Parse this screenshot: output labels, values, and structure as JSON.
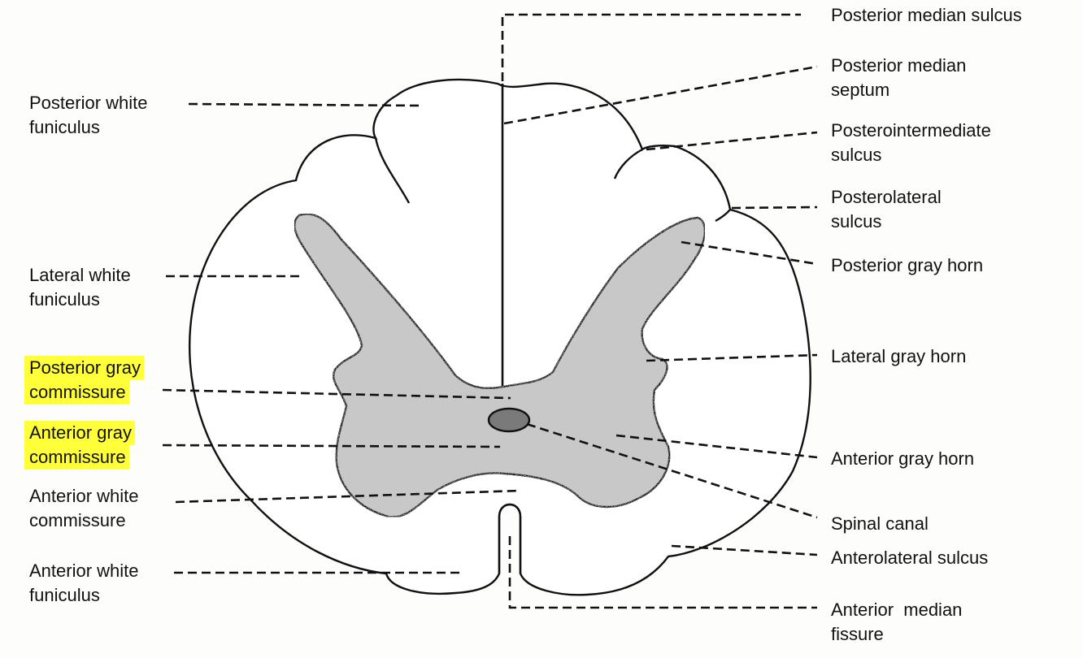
{
  "labels": {
    "posterior_median_sulcus": [
      "Posterior median sulcus"
    ],
    "posterior_median_septum": [
      "Posterior median",
      "septum"
    ],
    "posterointermediate_sulcus": [
      "Posterointermediate",
      "sulcus"
    ],
    "posterolateral_sulcus": [
      "Posterolateral",
      "sulcus"
    ],
    "posterior_gray_horn": [
      "Posterior gray horn"
    ],
    "lateral_gray_horn": [
      "Lateral gray horn"
    ],
    "anterior_gray_horn": [
      "Anterior gray horn"
    ],
    "spinal_canal": [
      "Spinal canal"
    ],
    "anterolateral_sulcus": [
      "Anterolateral sulcus"
    ],
    "anterior_median_fissure": [
      "Anterior  median",
      "fissure"
    ],
    "posterior_white_funiculus": [
      "Posterior white",
      "funiculus"
    ],
    "lateral_white_funiculus": [
      "Lateral white",
      "funiculus"
    ],
    "posterior_gray_commissure": [
      "Posterior gray",
      "commissure"
    ],
    "anterior_gray_commissure": [
      "Anterior gray",
      "commissure"
    ],
    "anterior_white_commissure": [
      "Anterior white",
      "commissure"
    ],
    "anterior_white_funiculus": [
      "Anterior white",
      "funiculus"
    ]
  },
  "highlighted": [
    "posterior_gray_commissure",
    "anterior_gray_commissure"
  ],
  "colors": {
    "highlight": "#ffff3a",
    "gray_matter": "#c9c9c9",
    "spinal_canal": "#7a7a7a",
    "line": "#111111"
  }
}
